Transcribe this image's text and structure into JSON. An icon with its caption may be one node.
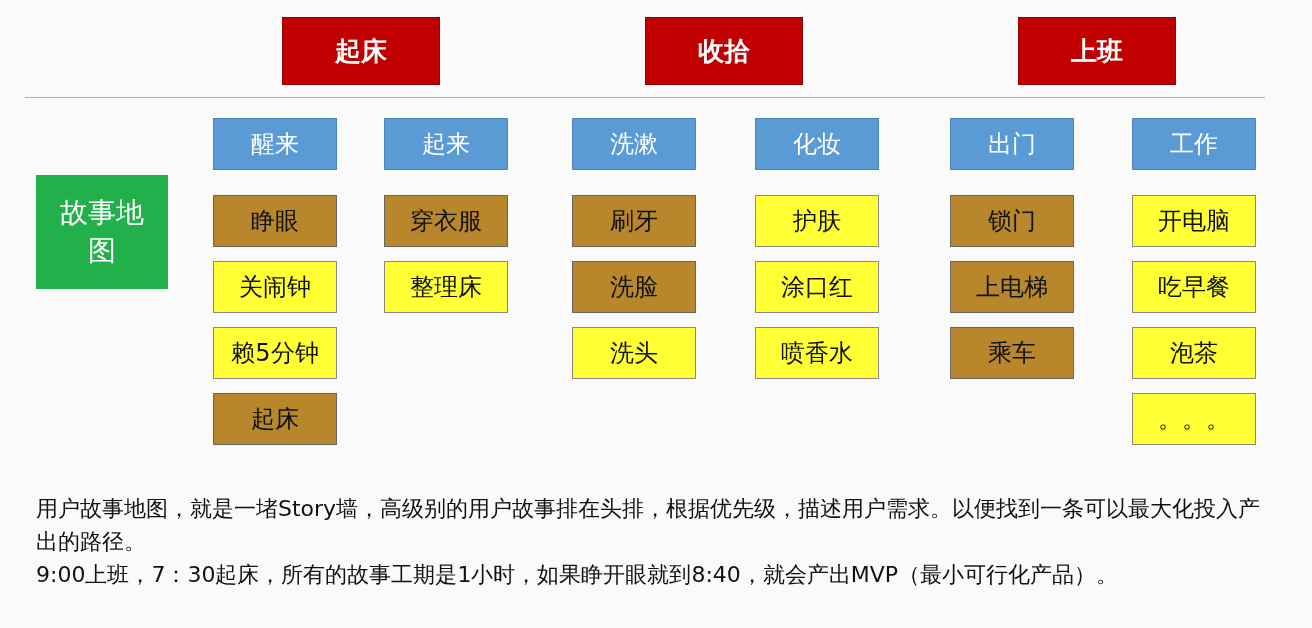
{
  "diagram": {
    "nodes": [
      {
        "text": [
          "起床"
        ]
      },
      {
        "text": [
          "收拾"
        ]
      },
      {
        "text": [
          "上班"
        ]
      },
      {
        "text": [
          "醒来"
        ]
      },
      {
        "text": [
          "起来"
        ]
      },
      {
        "text": [
          "洗漱"
        ]
      },
      {
        "text": [
          "化妆"
        ]
      },
      {
        "text": [
          "出门"
        ]
      },
      {
        "text": [
          "工作"
        ]
      },
      {
        "text": [
          "故事地图"
        ]
      },
      {
        "text": [
          "睁眼"
        ]
      },
      {
        "text": [
          "穿衣服"
        ]
      },
      {
        "text": [
          "刷牙"
        ]
      },
      {
        "text": [
          "护肤"
        ]
      },
      {
        "text": [
          "锁门"
        ]
      },
      {
        "text": [
          "开电脑"
        ]
      },
      {
        "text": [
          "关闹钟"
        ]
      },
      {
        "text": [
          "整理床"
        ]
      },
      {
        "text": [
          "洗脸"
        ]
      },
      {
        "text": [
          "涂口红"
        ]
      },
      {
        "text": [
          "上电梯"
        ]
      },
      {
        "text": [
          "吃早餐"
        ]
      },
      {
        "text": [
          "赖5分钟"
        ]
      },
      {
        "text": [
          "洗头"
        ]
      },
      {
        "text": [
          "喷香水"
        ]
      },
      {
        "text": [
          "乘车"
        ]
      },
      {
        "text": [
          "泡茶"
        ]
      },
      {
        "text": [
          "起床"
        ]
      },
      {
        "text": [
          "。。。"
        ]
      }
    ],
    "edges": [],
    "labels": [
      "用户故事地图，就是一堵Story墙，高级别的用户故事排在头排，根据优先级，描述用户需求。以便找到一条可以最大化投入产出的路径。",
      "9:00上班，7：30起床，所有的故事工期是1小时，如果睁开眼就到8:40，就会产出MVP（最小可行化产品）。"
    ]
  }
}
